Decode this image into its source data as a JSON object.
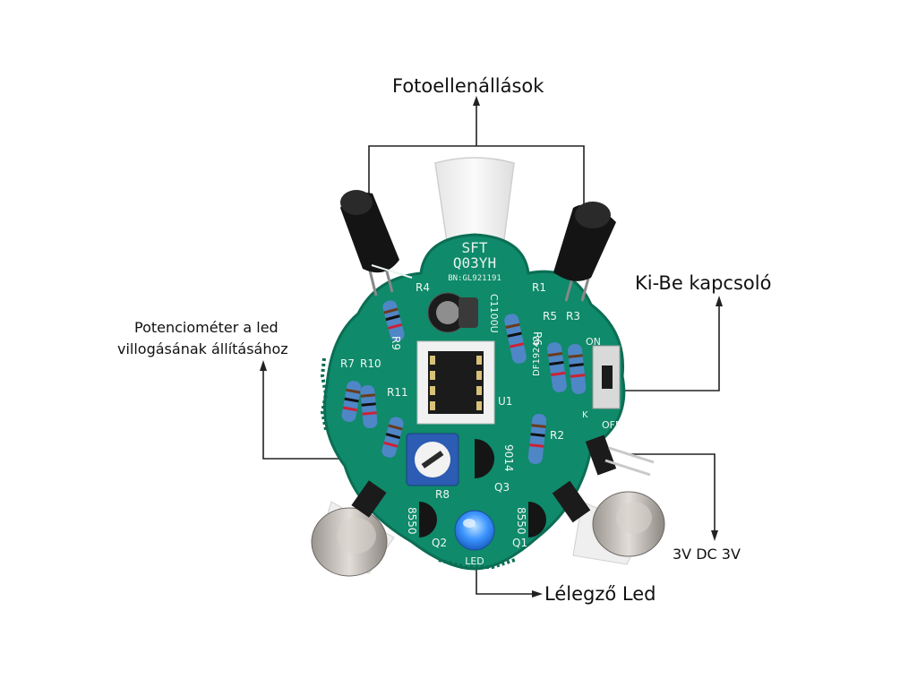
{
  "labels": {
    "photoresistors": "Fotoellenállások",
    "switch": "Ki-Be kapcsoló",
    "potentiometer_line1": "Potenciométer a led",
    "potentiometer_line2": "villogásának állításához",
    "power": "3V DC 3V",
    "breathing_led": "Lélegző Led"
  },
  "board": {
    "brand": "SFT",
    "model": "Q03YH",
    "serial": "BN:GL921191",
    "capacitor": "C1100U",
    "chip": "U1",
    "switch_on": "ON",
    "switch_off": "OFF",
    "switch_k": "K",
    "led_label": "LED",
    "silk": {
      "r1": "R1",
      "r2": "R2",
      "r3": "R3",
      "r4": "R4",
      "r5": "R5",
      "r6": "R6",
      "r7": "R7",
      "r8": "R8",
      "r9": "R9",
      "r10": "R10",
      "r11": "R11",
      "q1": "Q1",
      "q2": "Q2",
      "q3": "Q3",
      "t9014": "9014",
      "t8550a": "8550",
      "t8550b": "8550",
      "ic_code": "DF19242"
    }
  },
  "colors": {
    "pcb": "#0f8a6a",
    "pcb_dark": "#0b6e54",
    "line": "#111111",
    "led": "#2f8cff"
  }
}
